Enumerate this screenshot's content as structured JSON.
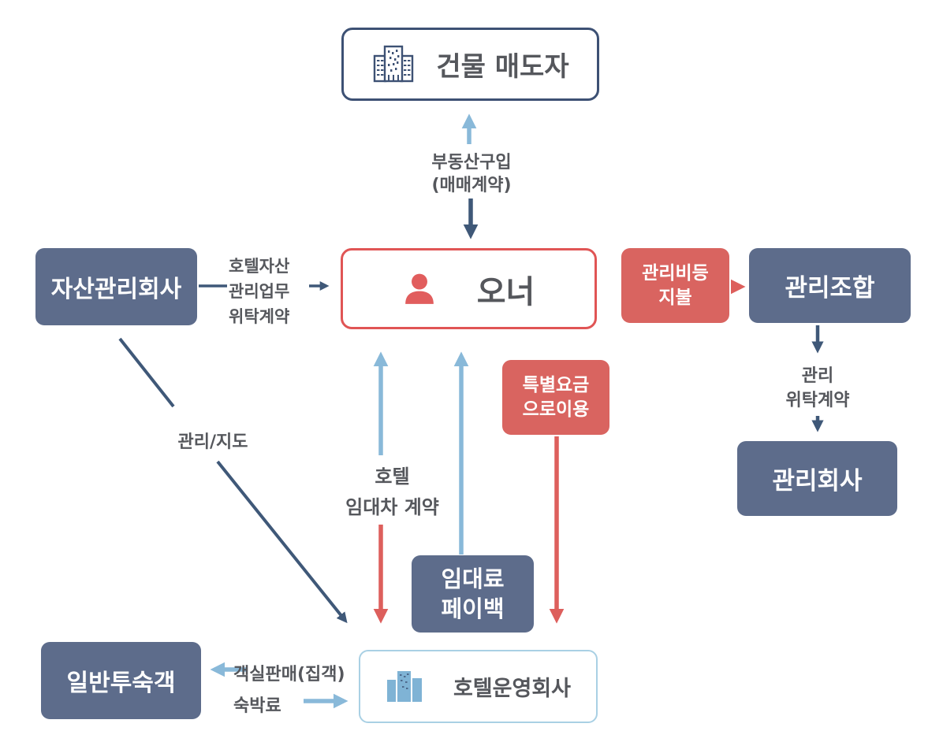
{
  "diagram_type": "flow-diagram",
  "colors": {
    "slate_box": "#5d6c8b",
    "red_box": "#d96460",
    "navy_arrow": "#3f5878",
    "light_blue_arrow": "#89b9d9",
    "red_arrow": "#dd5f5c",
    "owner_border": "#e05555",
    "seller_border": "#3d5174",
    "operator_border": "#a9d0e4",
    "dark_text": "#55575c",
    "background": "#ffffff"
  },
  "nodes": {
    "building_seller": {
      "label": "건물 매도자",
      "icon": "building-outline-icon"
    },
    "owner": {
      "label": "오너",
      "icon": "person-icon"
    },
    "asset_management": {
      "label": "자산관리회사"
    },
    "management_fee": {
      "line1": "관리비등",
      "line2": "지불"
    },
    "management_association": {
      "label": "관리조합"
    },
    "management_company": {
      "label": "관리회사"
    },
    "special_rate": {
      "line1": "특별요금",
      "line2": "으로이용"
    },
    "rent_payback": {
      "line1": "임대료",
      "line2": "페이백"
    },
    "hotel_operator": {
      "label": "호텔운영회사",
      "icon": "building-filled-icon"
    },
    "general_guests": {
      "label": "일반투숙객"
    }
  },
  "edge_labels": {
    "purchase": {
      "line1": "부동산구입",
      "line2": "(매매계약)"
    },
    "asset_contract": {
      "line1": "호텔자산",
      "line2": "관리업무",
      "line3": "위탁계약"
    },
    "management_guidance": {
      "label": "관리/지도"
    },
    "management_contract": {
      "line1": "관리",
      "line2": "위탁계약"
    },
    "hotel_lease": {
      "line1": "호텔",
      "line2": "임대차 계약"
    },
    "room_sales": {
      "label": "객실판매(집객)"
    },
    "lodging_fee": {
      "label": "숙박료"
    }
  }
}
